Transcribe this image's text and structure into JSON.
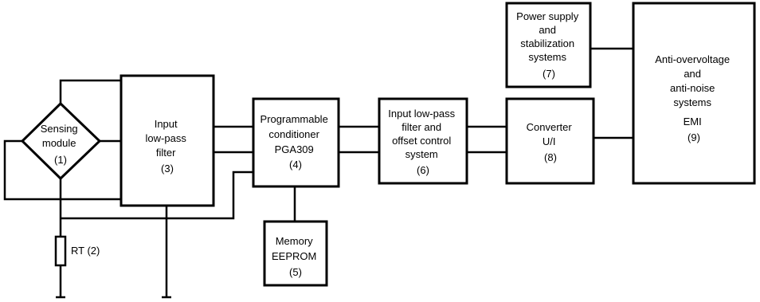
{
  "blocks": {
    "sensing": {
      "lines": [
        "Sensing",
        "module",
        "(1)"
      ]
    },
    "input_lpf": {
      "lines": [
        "Input",
        "low-pass",
        "filter",
        "(3)"
      ]
    },
    "pga": {
      "lines": [
        "Programmable",
        "conditioner",
        "PGA309",
        "(4)"
      ]
    },
    "memory": {
      "lines": [
        "Memory",
        "EEPROM",
        "(5)"
      ]
    },
    "offset": {
      "lines": [
        "Input low-pass",
        "filter and",
        "offset control",
        "system",
        "(6)"
      ]
    },
    "power": {
      "lines": [
        "Power supply",
        "and",
        "stabilization",
        "systems",
        "(7)"
      ]
    },
    "converter": {
      "lines": [
        "Converter",
        "U/I",
        "(8)"
      ]
    },
    "emi": {
      "lines": [
        "Anti-overvoltage",
        "and",
        "anti-noise",
        "systems",
        "EMI",
        "(9)"
      ]
    }
  },
  "resistor": {
    "label": "RT (2)"
  }
}
